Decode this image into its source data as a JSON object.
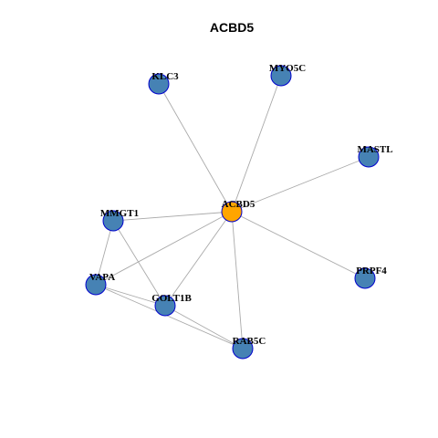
{
  "title": "ACBD5",
  "colors": {
    "center_fill": "#ffa500",
    "node_fill": "#4682b4",
    "node_stroke": "#0000cd",
    "edge": "#aaaaaa"
  },
  "nodes": [
    {
      "id": "ACBD5",
      "label": "ACBD5",
      "role": "center"
    },
    {
      "id": "KLC3",
      "label": "KLC3",
      "role": "neighbor"
    },
    {
      "id": "MYO5C",
      "label": "MYO5C",
      "role": "neighbor"
    },
    {
      "id": "MASTL",
      "label": "MASTL",
      "role": "neighbor"
    },
    {
      "id": "MMGT1",
      "label": "MMGT1",
      "role": "neighbor"
    },
    {
      "id": "PRPF4",
      "label": "PRPF4",
      "role": "neighbor"
    },
    {
      "id": "VAPA",
      "label": "VAPA",
      "role": "neighbor"
    },
    {
      "id": "GOLT1B",
      "label": "GOLT1B",
      "role": "neighbor"
    },
    {
      "id": "RAB5C",
      "label": "RAB5C",
      "role": "neighbor"
    }
  ],
  "edges": [
    [
      "ACBD5",
      "KLC3"
    ],
    [
      "ACBD5",
      "MYO5C"
    ],
    [
      "ACBD5",
      "MASTL"
    ],
    [
      "ACBD5",
      "MMGT1"
    ],
    [
      "ACBD5",
      "PRPF4"
    ],
    [
      "ACBD5",
      "VAPA"
    ],
    [
      "ACBD5",
      "GOLT1B"
    ],
    [
      "ACBD5",
      "RAB5C"
    ],
    [
      "MMGT1",
      "VAPA"
    ],
    [
      "MMGT1",
      "GOLT1B"
    ],
    [
      "VAPA",
      "GOLT1B"
    ],
    [
      "VAPA",
      "RAB5C"
    ],
    [
      "GOLT1B",
      "RAB5C"
    ]
  ]
}
